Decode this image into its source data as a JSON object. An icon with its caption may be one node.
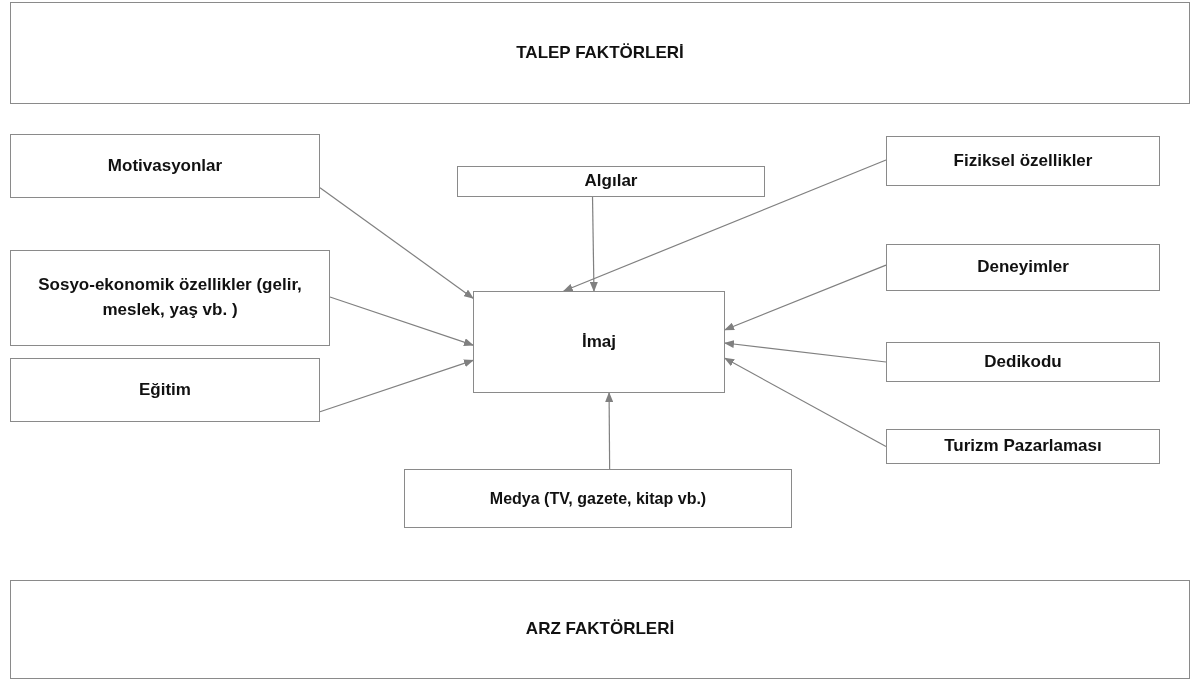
{
  "diagram": {
    "nodes": [
      {
        "text": [
          "TALEP FAKTÖRLERİ"
        ]
      },
      {
        "text": [
          "Motivasyonlar"
        ]
      },
      {
        "text": [
          "Sosyo-ekonomik özellikler (gelir, meslek, yaş vb. )"
        ]
      },
      {
        "text": [
          "Eğitim"
        ]
      },
      {
        "text": [
          "Algılar"
        ]
      },
      {
        "text": [
          "İmaj"
        ]
      },
      {
        "text": [
          "Medya (TV, gazete, kitap vb.)"
        ]
      },
      {
        "text": [
          "Fiziksel özellikler"
        ]
      },
      {
        "text": [
          "Deneyimler"
        ]
      },
      {
        "text": [
          "Dedikodu"
        ]
      },
      {
        "text": [
          "Turizm Pazarlaması"
        ]
      },
      {
        "text": [
          "ARZ FAKTÖRLERİ"
        ]
      }
    ],
    "edges": [
      {
        "from": 1,
        "to": 5,
        "arrow": "to"
      },
      {
        "from": 2,
        "to": 5,
        "arrow": "to"
      },
      {
        "from": 3,
        "to": 5,
        "arrow": "to"
      },
      {
        "from": 4,
        "to": 5,
        "arrow": "to"
      },
      {
        "from": 6,
        "to": 5,
        "arrow": "to"
      },
      {
        "from": 7,
        "to": 5,
        "arrow": "to"
      },
      {
        "from": 8,
        "to": 5,
        "arrow": "to"
      },
      {
        "from": 9,
        "to": 5,
        "arrow": "to"
      },
      {
        "from": 10,
        "to": 5,
        "arrow": "to"
      }
    ]
  }
}
